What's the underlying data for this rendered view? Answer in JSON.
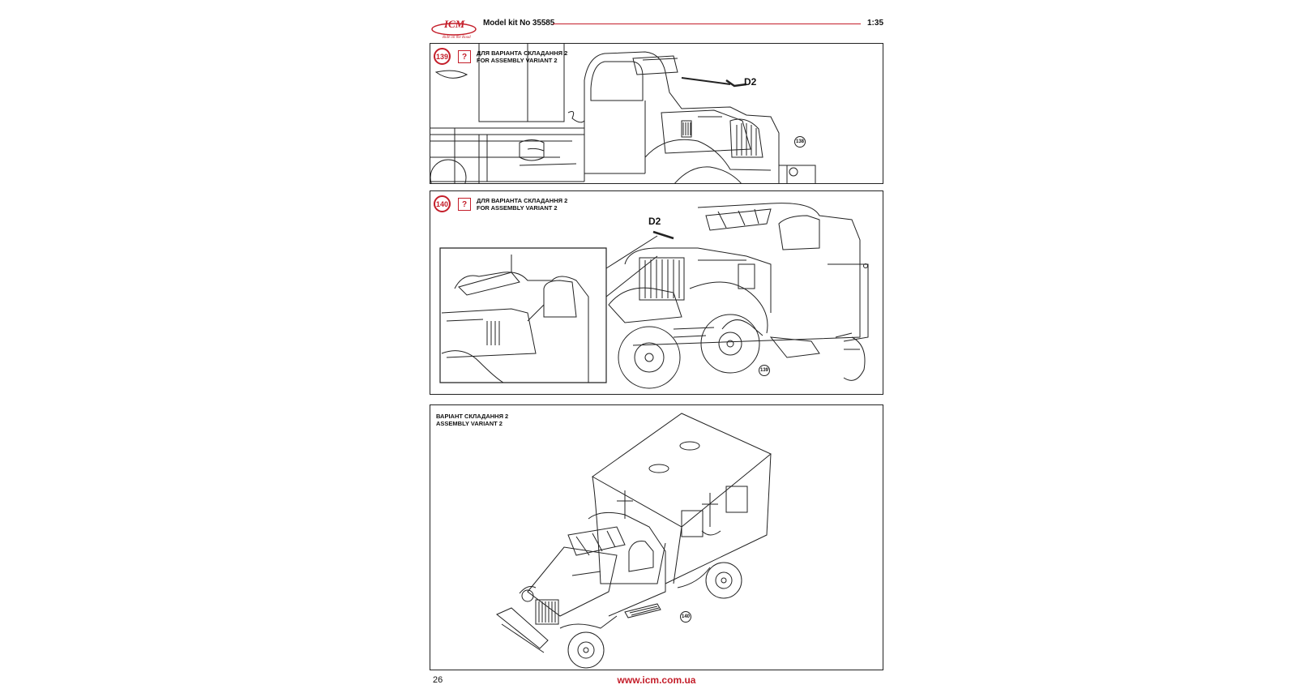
{
  "header": {
    "logo_text": "ICM",
    "logo_tagline": "Ride on the Road",
    "model_kit": "Model kit No 35585",
    "scale": "1:35"
  },
  "steps": [
    {
      "number": "139",
      "question_mark": "?",
      "caption_uk": "ДЛЯ ВАРІАНТА СКЛАДАННЯ 2",
      "caption_en": "FOR ASSEMBLY VARIANT 2",
      "part_label": "D2",
      "ref_step": "138"
    },
    {
      "number": "140",
      "question_mark": "?",
      "caption_uk": "ДЛЯ ВАРІАНТА СКЛАДАННЯ 2",
      "caption_en": "FOR ASSEMBLY VARIANT 2",
      "part_label": "D2",
      "ref_step": "139"
    }
  ],
  "final_view": {
    "caption_uk": "ВАРІАНТ СКЛАДАННЯ 2",
    "caption_en": "ASSEMBLY VARIANT 2",
    "ref_step": "140"
  },
  "footer": {
    "page_number": "26",
    "url": "www.icm.com.ua"
  },
  "colors": {
    "accent_red": "#c41e2a",
    "line_art": "#222222"
  }
}
